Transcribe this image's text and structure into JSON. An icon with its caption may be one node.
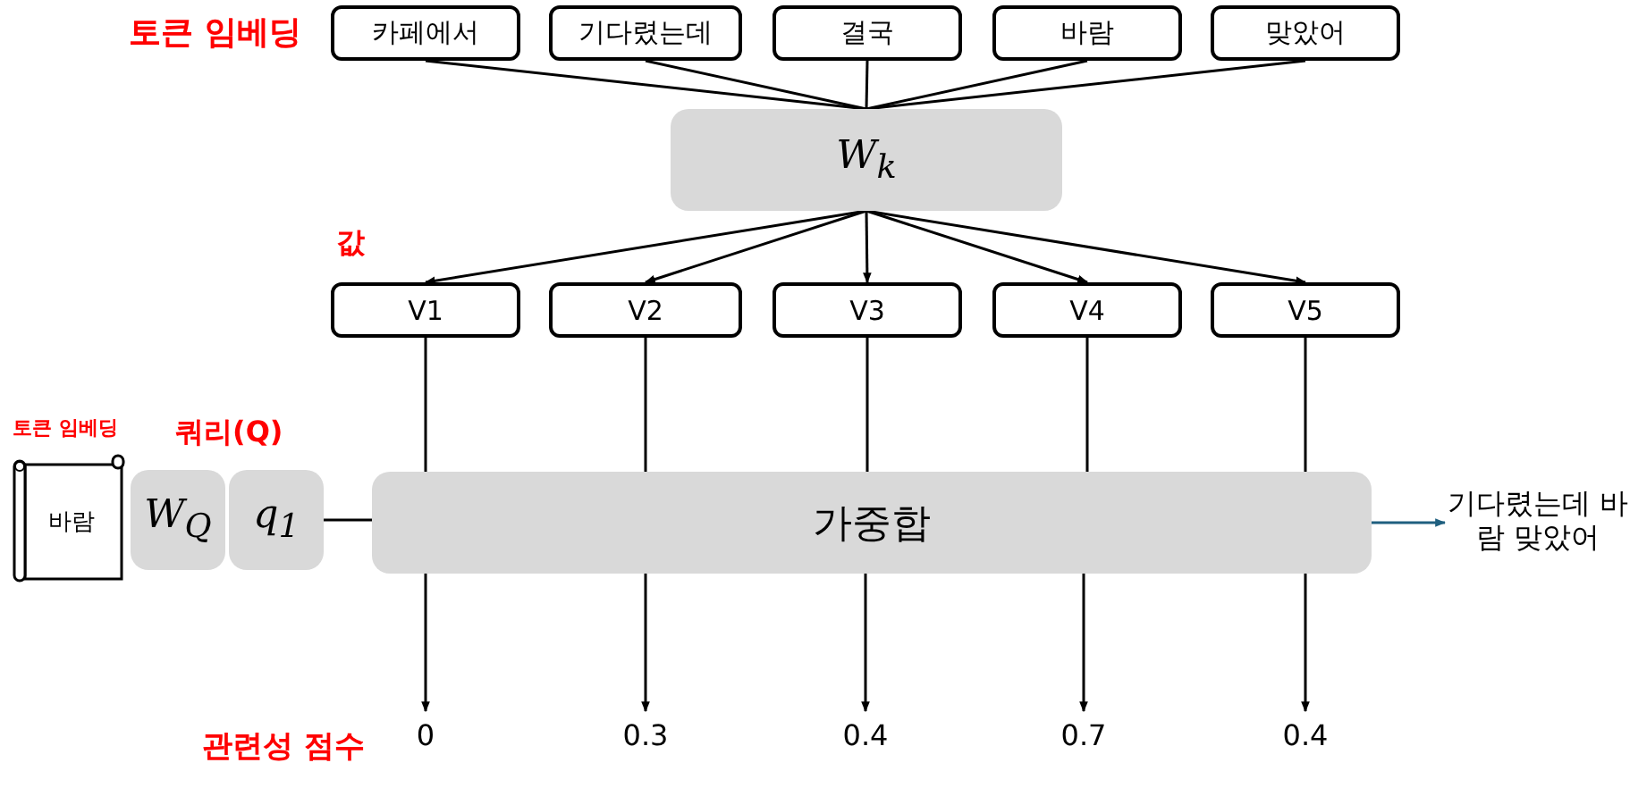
{
  "diagram": {
    "nodes": [
      {
        "text": [
          "카페에서"
        ]
      },
      {
        "text": [
          "기다렸는데"
        ]
      },
      {
        "text": [
          "결국"
        ]
      },
      {
        "text": [
          "바람"
        ]
      },
      {
        "text": [
          "맞았어"
        ]
      },
      {
        "text": [
          "W$_{k}$"
        ]
      },
      {
        "text": [
          "V1"
        ]
      },
      {
        "text": [
          "V2"
        ]
      },
      {
        "text": [
          "V3"
        ]
      },
      {
        "text": [
          "V4"
        ]
      },
      {
        "text": [
          "V5"
        ]
      },
      {
        "text": [
          "바람"
        ]
      },
      {
        "text": [
          "W$_{Q}$"
        ]
      },
      {
        "text": [
          "q$_{1}$"
        ]
      },
      {
        "text": [
          "가중합"
        ]
      },
      {
        "text": [
          "기다렸는데 바람 맞았어"
        ]
      },
      {
        "text": [
          "0"
        ]
      },
      {
        "text": [
          "0.3"
        ]
      },
      {
        "text": [
          "0.4"
        ]
      },
      {
        "text": [
          "0.7"
        ]
      },
      {
        "text": [
          "0.4"
        ]
      }
    ],
    "edges": [
      {
        "from": 0,
        "to": 5,
        "arrow": "none"
      },
      {
        "from": 1,
        "to": 5,
        "arrow": "none"
      },
      {
        "from": 2,
        "to": 5,
        "arrow": "none"
      },
      {
        "from": 3,
        "to": 5,
        "arrow": "none"
      },
      {
        "from": 4,
        "to": 5,
        "arrow": "none"
      },
      {
        "from": 5,
        "to": 6,
        "arrow": "to"
      },
      {
        "from": 5,
        "to": 7,
        "arrow": "to"
      },
      {
        "from": 5,
        "to": 8,
        "arrow": "to"
      },
      {
        "from": 5,
        "to": 9,
        "arrow": "to"
      },
      {
        "from": 5,
        "to": 10,
        "arrow": "to"
      },
      {
        "from": 6,
        "to": 14,
        "arrow": "none"
      },
      {
        "from": 7,
        "to": 14,
        "arrow": "none"
      },
      {
        "from": 8,
        "to": 14,
        "arrow": "none"
      },
      {
        "from": 9,
        "to": 14,
        "arrow": "none"
      },
      {
        "from": 10,
        "to": 14,
        "arrow": "none"
      },
      {
        "from": 14,
        "to": 16,
        "arrow": "to"
      },
      {
        "from": 14,
        "to": 17,
        "arrow": "to"
      },
      {
        "from": 14,
        "to": 18,
        "arrow": "to"
      },
      {
        "from": 14,
        "to": 19,
        "arrow": "to"
      },
      {
        "from": 14,
        "to": 20,
        "arrow": "to"
      },
      {
        "from": 13,
        "to": 14,
        "arrow": "none"
      },
      {
        "from": 14,
        "to": 15,
        "arrow": "to",
        "color": "#1f5f7f"
      }
    ],
    "labels": [
      "토큰 임베딩",
      "값",
      "토큰 임베딩",
      "쿼리(Q)",
      "관련성 점수"
    ]
  }
}
